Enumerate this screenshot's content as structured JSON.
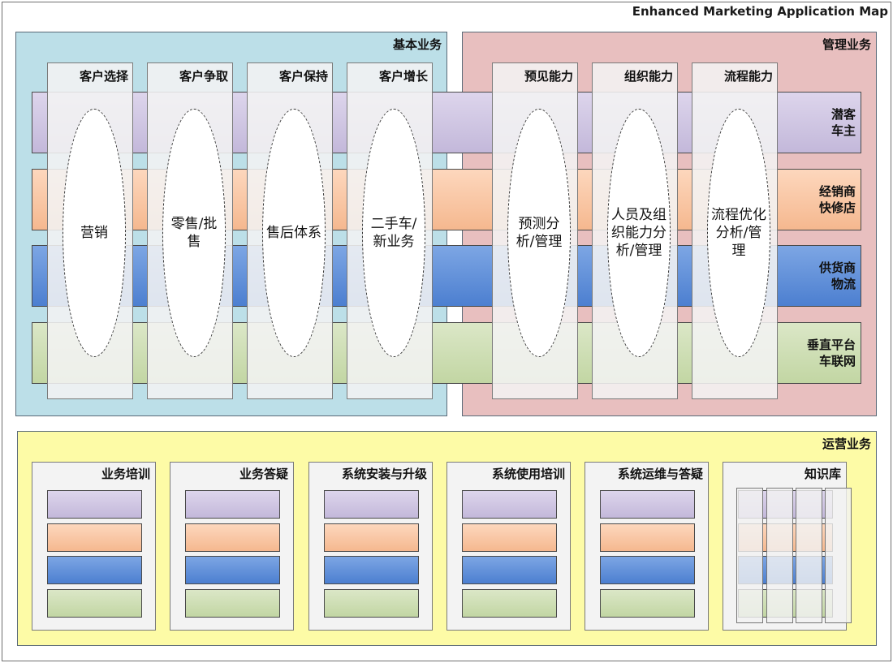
{
  "title": "Enhanced Marketing Application Map",
  "sections": {
    "basic": "基本业务",
    "management": "管理业务",
    "operations": "运营业务"
  },
  "bands": [
    {
      "label": "潜客\n车主",
      "color": "#c7bddc"
    },
    {
      "label": "经销商\n快修店",
      "color": "#f8c09b"
    },
    {
      "label": "供货商\n物流",
      "color": "#5b8cd8"
    },
    {
      "label": "垂直平台\n车联网",
      "color": "#c9daaf"
    }
  ],
  "columns": [
    {
      "title": "客户选择",
      "content": "营销"
    },
    {
      "title": "客户争取",
      "content": "零售/批售"
    },
    {
      "title": "客户保持",
      "content": "售后体系"
    },
    {
      "title": "客户增长",
      "content": "二手车/新业务"
    },
    {
      "title": "预见能力",
      "content": "预测分析/管理"
    },
    {
      "title": "组织能力",
      "content": "人员及组织能力分析/管理"
    },
    {
      "title": "流程能力",
      "content": "流程优化分析/管理"
    }
  ],
  "ops_cards": [
    {
      "title": "业务培训"
    },
    {
      "title": "业务答疑"
    },
    {
      "title": "系统安装与升级"
    },
    {
      "title": "系统使用培训"
    },
    {
      "title": "系统运维与答疑"
    },
    {
      "title": "知识库"
    }
  ]
}
